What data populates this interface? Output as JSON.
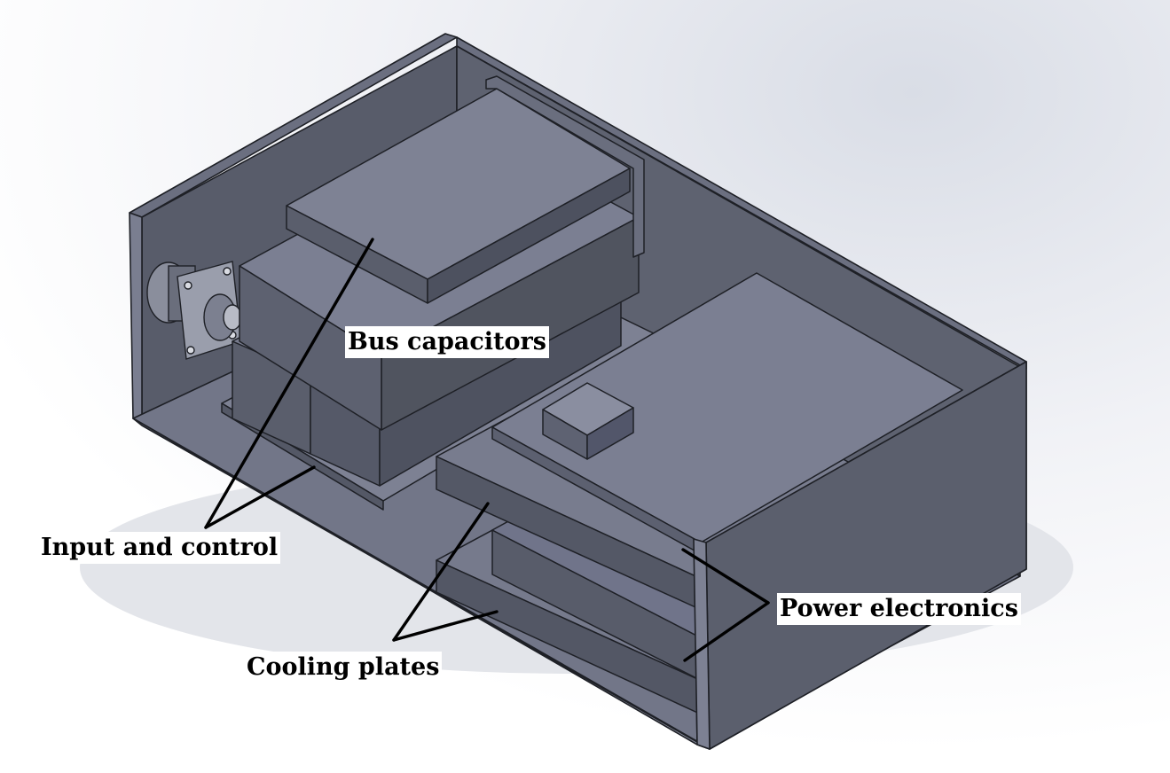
{
  "labels": {
    "bus_capacitors": "Bus capacitors",
    "input_and_control": "Input and control",
    "power_electronics": "Power electronics",
    "cooling_plates": "Cooling plates"
  },
  "colors": {
    "background": "#ffffff",
    "enclosure_dark": "#595d6b",
    "enclosure_face": "#6e7283",
    "component_top": "#7b7f92",
    "component_side": "#4f5361",
    "edge": "#1e2026",
    "leader_line": "#000000",
    "label_background": "#ffffff",
    "label_text": "#000000"
  }
}
